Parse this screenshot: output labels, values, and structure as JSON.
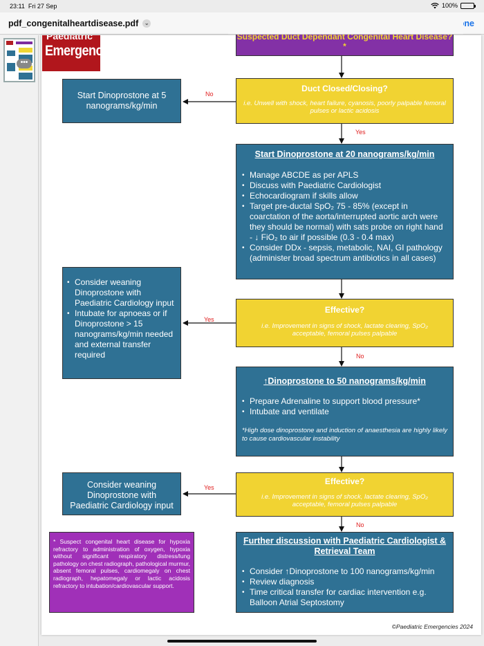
{
  "status_bar": {
    "time": "23:11",
    "date": "Fri 27 Sep",
    "battery": "100%"
  },
  "nav": {
    "file_title": "pdf_congenitalheartdisease.pdf",
    "done_label": "Done",
    "icons": [
      "share-icon",
      "search-icon",
      "markup-icon",
      "pencil-icon"
    ]
  },
  "sidebar": {
    "page_count_hint": "•••"
  },
  "logo": {
    "top_partial": "Paediatric",
    "main": "Emergencies"
  },
  "flow": {
    "top_box": "Suspected Duct Dependant Congenital Heart Disease?*",
    "q1": {
      "title": "Duct Closed/Closing?",
      "sub": "i.e. Unwell with shock, heart failure, cyanosis, poorly palpable femoral pulses or lactic acidosis"
    },
    "q1_no_label": "No",
    "q1_yes_label": "Yes",
    "left1": "Start Dinoprostone at 5 nanograms/kg/min",
    "step1": {
      "title": "Start Dinoprostone at 20 nanograms/kg/min",
      "items": [
        "Manage ABCDE as per APLS",
        "Discuss with Paediatric Cardiologist",
        "Echocardiogram if skills allow",
        "Target pre-ductal SpO₂ 75 - 85% (except in coarctation of the aorta/interrupted aortic arch were they should be normal) with sats probe on right hand - ↓ FiO₂ to air if possible (0.3 - 0.4 max)",
        "Consider DDx - sepsis, metabolic, NAI, GI pathology (administer broad spectrum antibiotics in all cases)"
      ]
    },
    "q2": {
      "title": "Effective?",
      "sub": "i.e. Improvement in signs of shock, lactate clearing, SpO₂ acceptable, femoral  pulses palpable"
    },
    "q2_yes_label": "Yes",
    "q2_no_label": "No",
    "left2": {
      "items": [
        "Consider weaning Dinoprostone with Paediatric Cardiology input",
        "Intubate for apnoeas or if Dinoprostone > 15 nanograms/kg/min needed and external transfer required"
      ]
    },
    "step2": {
      "title": "↑Dinoprostone to 50 nanograms/kg/min",
      "items": [
        "Prepare Adrenaline to support blood pressure*",
        "Intubate and ventilate"
      ],
      "note": "*High dose dinoprostone and induction of anaesthesia are highly likely to cause cardiovascular instability"
    },
    "q3": {
      "title": "Effective?",
      "sub": "i.e. Improvement in signs of shock, lactate clearing, SpO₂ acceptable, femoral  pulses palpable"
    },
    "q3_yes_label": "Yes",
    "q3_no_label": "No",
    "left3": "Consider weaning Dinoprostone with Paediatric Cardiology input",
    "step3": {
      "title": "Further discussion with Paediatric Cardiologist & Retrieval Team",
      "items": [
        "Consider ↑Dinoprostone to 100 nanograms/kg/min",
        "Review diagnosis",
        "Time critical transfer for cardiac intervention e.g. Balloon Atrial  Septostomy"
      ]
    }
  },
  "footnote": "* Suspect congenital heart disease for hypoxia refractory to administration of oxygen, hypoxia without significant respiratory distress/lung pathology on chest radiograph, pathological murmur, absent femoral pulses, cardiomegaly on chest radiograph, hepatomegaly or lactic acidosis refractory to intubation/cardiovascular support.",
  "copyright": "©Paediatric Emergencies 2024",
  "colors": {
    "purple": "#8331a6",
    "yellow": "#f1d332",
    "blue": "#2f7194",
    "label_red": "#e02020",
    "ios_blue": "#1a73e8"
  }
}
